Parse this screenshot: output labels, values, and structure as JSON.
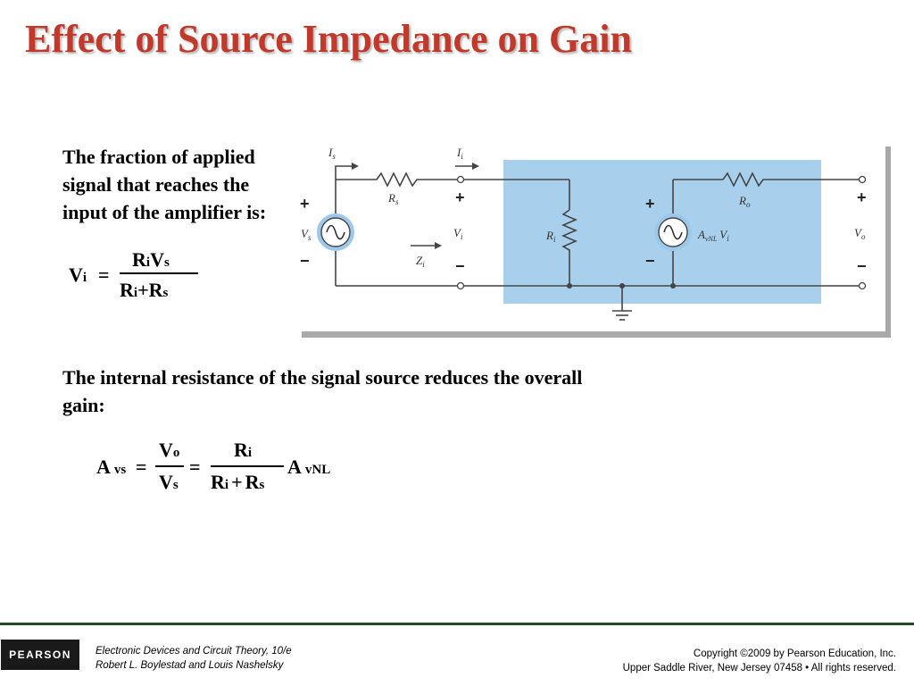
{
  "slide": {
    "title": "Effect of Source Impedance on Gain",
    "paragraph1": "The fraction of applied signal that reaches the input of the amplifier is:",
    "paragraph2": "The internal resistance of the signal source reduces the overall gain:"
  },
  "equation1": {
    "lhs": "V",
    "lhs_sub": "i",
    "eq": "=",
    "num_a": "R",
    "num_a_sub": "i",
    "num_b": "V",
    "num_b_sub": "s",
    "den_a": "R",
    "den_a_sub": "i",
    "den_op": "+",
    "den_b": "R",
    "den_b_sub": "s"
  },
  "equation2": {
    "lhs": "A",
    "lhs_sub": "vs",
    "eq1": "=",
    "f1_num": "V",
    "f1_num_sub": "o",
    "f1_den": "V",
    "f1_den_sub": "s",
    "eq2": "=",
    "f2_num": "R",
    "f2_num_sub": "i",
    "f2_den_a": "R",
    "f2_den_a_sub": "i",
    "f2_den_op": "+",
    "f2_den_b": "R",
    "f2_den_b_sub": "s",
    "tail": "A",
    "tail_sub": "vNL"
  },
  "circuit": {
    "labels": {
      "Is": "I",
      "Is_sub": "s",
      "Ii": "I",
      "Ii_sub": "i",
      "Rs": "R",
      "Rs_sub": "s",
      "Ro": "R",
      "Ro_sub": "o",
      "Ri": "R",
      "Ri_sub": "i",
      "Vs": "V",
      "Vs_sub": "s",
      "Vi": "V",
      "Vi_sub": "i",
      "Vo": "V",
      "Vo_sub": "o",
      "Zi": "Z",
      "Zi_sub": "i",
      "dep_a": "A",
      "dep_sub": "vNL",
      "dep_b": "V",
      "dep_b_sub": "i",
      "plus": "+",
      "minus": "−"
    },
    "colors": {
      "amp_box": "#a8d0ec",
      "shadow": "#a9a9a9",
      "wire": "#444444",
      "source_fill": "#ffffff",
      "source_ring": "#9cc8ea"
    }
  },
  "footer": {
    "logo": "PEARSON",
    "book_line1": "Electronic Devices and Circuit Theory, 10/e",
    "book_line2": "Robert L. Boylestad and Louis Nashelsky",
    "copyright_line1": "Copyright ©2009 by Pearson Education, Inc.",
    "copyright_line2": "Upper Saddle River, New Jersey 07458 • All rights reserved."
  },
  "theme": {
    "title_color": "#c0392b",
    "footer_rule": "#1f4d1f"
  }
}
